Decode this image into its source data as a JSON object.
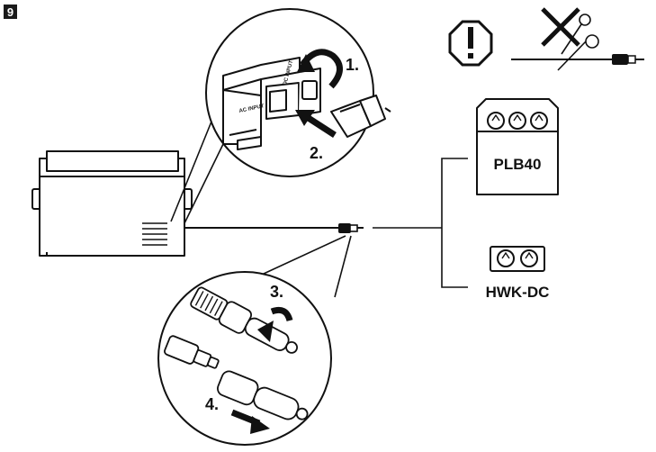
{
  "figure_number": "9",
  "steps": {
    "s1": "1.",
    "s2": "2.",
    "s3": "3.",
    "s4": "4."
  },
  "ports": {
    "ac": "AC INPUT",
    "dc": "DC INPUT"
  },
  "devices": {
    "plb40": "PLB40",
    "hwk_dc": "HWK-DC"
  },
  "icons": {
    "warning": "exclamation-octagon-icon",
    "no_cut": "crossed-scissors-icon"
  },
  "colors": {
    "ink": "#111111",
    "badge": "#1a1a1a",
    "fill": "#ffffff"
  }
}
